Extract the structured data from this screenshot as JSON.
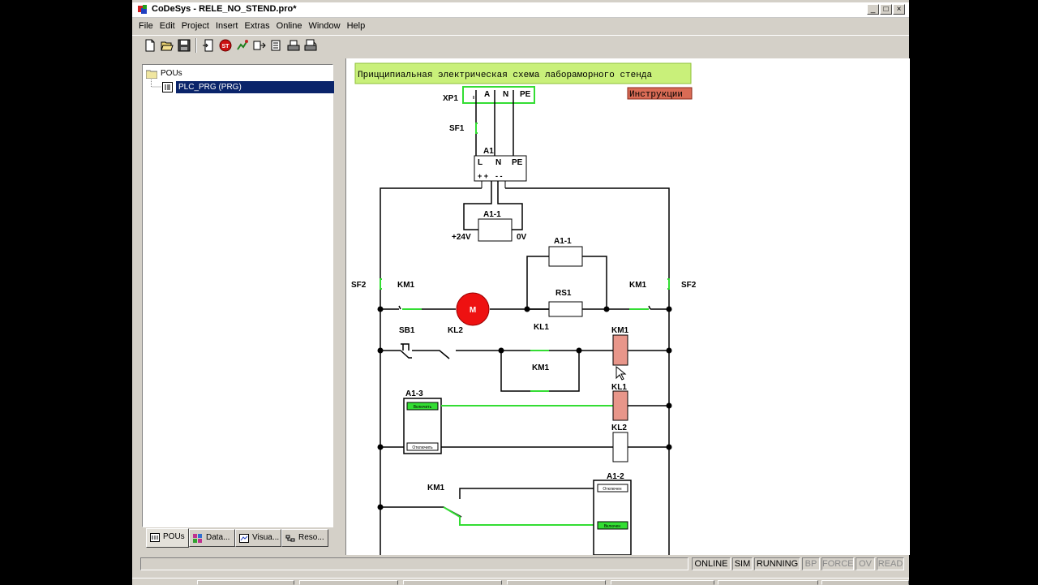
{
  "window": {
    "title": "CoDeSys - RELE_NO_STEND.pro*",
    "controls": {
      "minimize": "_",
      "maximize": "□",
      "close": "×"
    }
  },
  "menu": [
    "File",
    "Edit",
    "Project",
    "Insert",
    "Extras",
    "Online",
    "Window",
    "Help"
  ],
  "toolbar_icons": [
    "new-icon",
    "open-icon",
    "save-icon",
    "login-icon",
    "logout-icon",
    "run-icon",
    "stop-icon",
    "step-icon",
    "cycle-icon",
    "write-values-icon",
    "force-values-icon"
  ],
  "tree": {
    "root": "POUs",
    "children": [
      {
        "label": "PLC_PRG (PRG)",
        "selected": true
      }
    ]
  },
  "tabs": [
    {
      "label": "POUs",
      "icon": "pous-tab-icon"
    },
    {
      "label": "Data...",
      "icon": "data-types-tab-icon"
    },
    {
      "label": "Visua...",
      "icon": "visualization-tab-icon"
    },
    {
      "label": "Reso...",
      "icon": "resources-tab-icon"
    }
  ],
  "schematic": {
    "title": "Прицципиальная электрическая схема лабораморного стенда",
    "instructions_button": "Инструкции",
    "labels": {
      "xp1": "XP1",
      "a": "A",
      "n": "N",
      "pe": "PE",
      "sf1": "SF1",
      "a1": "A1",
      "l": "L",
      "n2": "N",
      "pe2": "PE",
      "pp": "+ +",
      "mm": "- -",
      "a11_top": "A1-1",
      "plus24": "+24V",
      "zero_v": "0V",
      "a11_res": "A1-1",
      "rs1": "RS1",
      "sf2_left": "SF2",
      "km1_left": "KM1",
      "km1_right": "KM1",
      "sf2_right": "SF2",
      "motor": "M",
      "sb1": "SB1",
      "kl2_contact": "KL2",
      "kl1_contact": "KL1",
      "km1_coil": "KM1",
      "km1_hold": "KM1",
      "kl1_coil": "KL1",
      "kl2_coil": "KL2",
      "a13": "A1-3",
      "a13_on": "Включить",
      "a13_off": "Отключить",
      "km1_bottom": "KM1",
      "a12": "A1-2",
      "a12_off": "Отключен",
      "a12_on": "Включен"
    }
  },
  "status": [
    "ONLINE",
    "SIM",
    "RUNNING",
    "BP",
    "FORCE",
    "OV",
    "READ"
  ],
  "status_dim": [
    "BP",
    "FORCE",
    "OV",
    "READ"
  ],
  "colors": {
    "active_wire": "#33dd33",
    "title_bg": "#c9f07a",
    "instructions_bg": "#d96b55",
    "coil_active": "#e8968a",
    "motor": "#ee1111",
    "selection": "#0a246a"
  }
}
